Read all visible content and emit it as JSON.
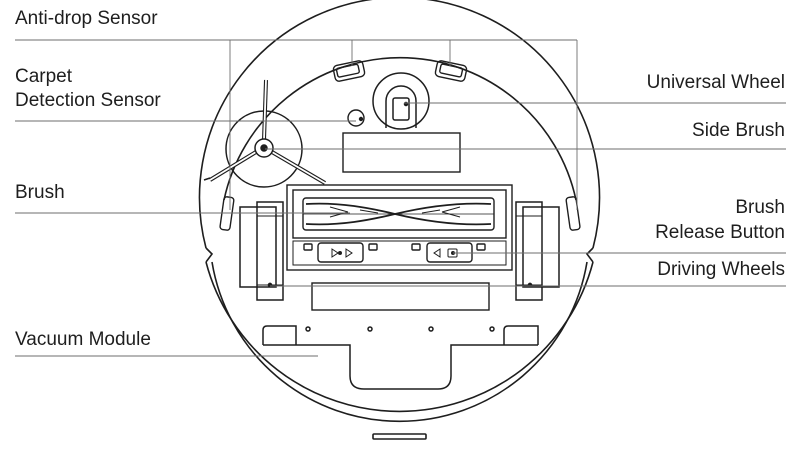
{
  "labels": {
    "anti_drop_sensor": "Anti-drop Sensor",
    "carpet_detection_sensor_line1": "Carpet",
    "carpet_detection_sensor_line2": "Detection Sensor",
    "brush": "Brush",
    "vacuum_module": "Vacuum Module",
    "universal_wheel": "Universal Wheel",
    "side_brush": "Side Brush",
    "brush_release_button_line1": "Brush",
    "brush_release_button_line2": "Release Button",
    "driving_wheels": "Driving Wheels"
  },
  "colors": {
    "stroke": "#1e1e1e",
    "leader": "#6e6e6e",
    "background": "#ffffff"
  }
}
